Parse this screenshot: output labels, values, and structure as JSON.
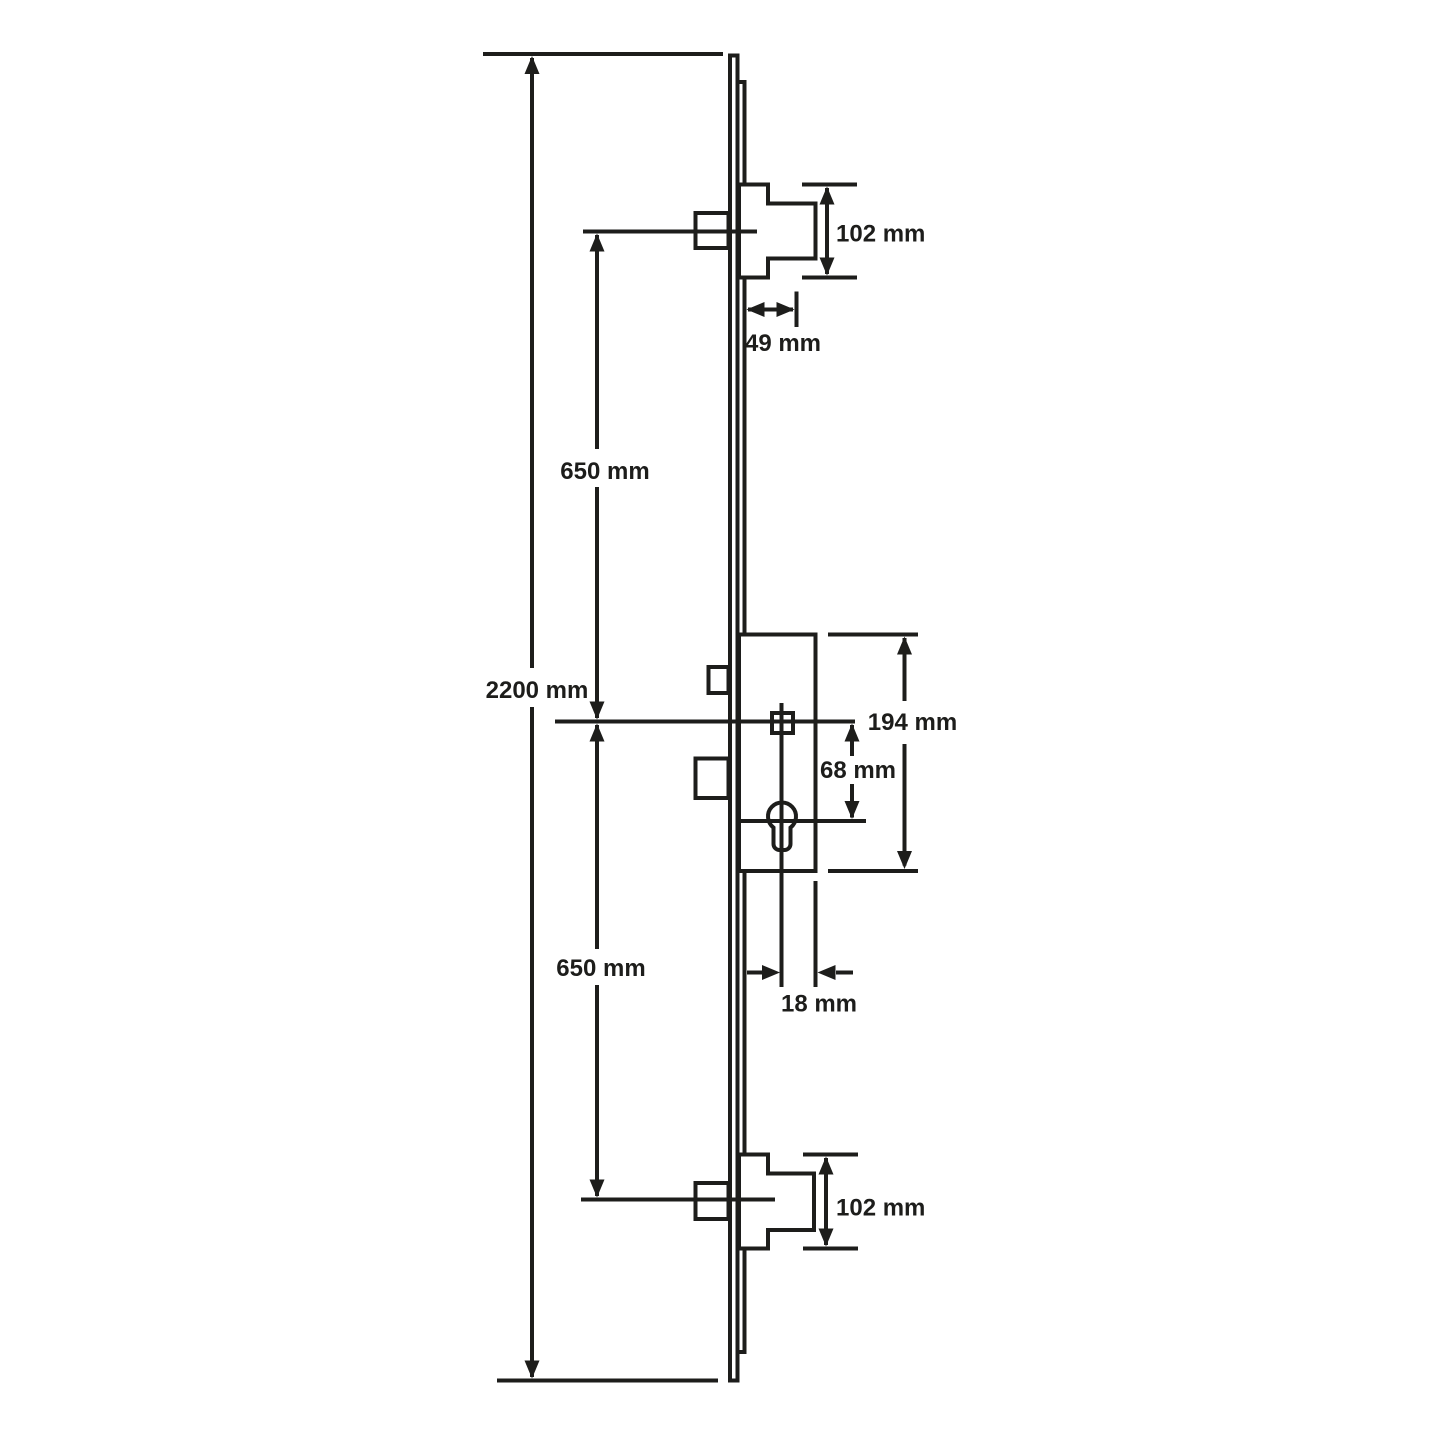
{
  "diagram": {
    "type": "technical-dimension-drawing",
    "subject": "multipoint-door-lock-side-profile",
    "colors": {
      "line": "#1d1d1b",
      "background": "#ffffff"
    },
    "labels": {
      "overall": "2200 mm",
      "upper_span": "650 mm",
      "lower_span": "650 mm",
      "top_case": "102 mm",
      "backset": "49 mm",
      "main_case": "194 mm",
      "spindle_to_cylinder": "68 mm",
      "cylinder_inset": "18 mm",
      "bottom_case": "102 mm"
    }
  }
}
